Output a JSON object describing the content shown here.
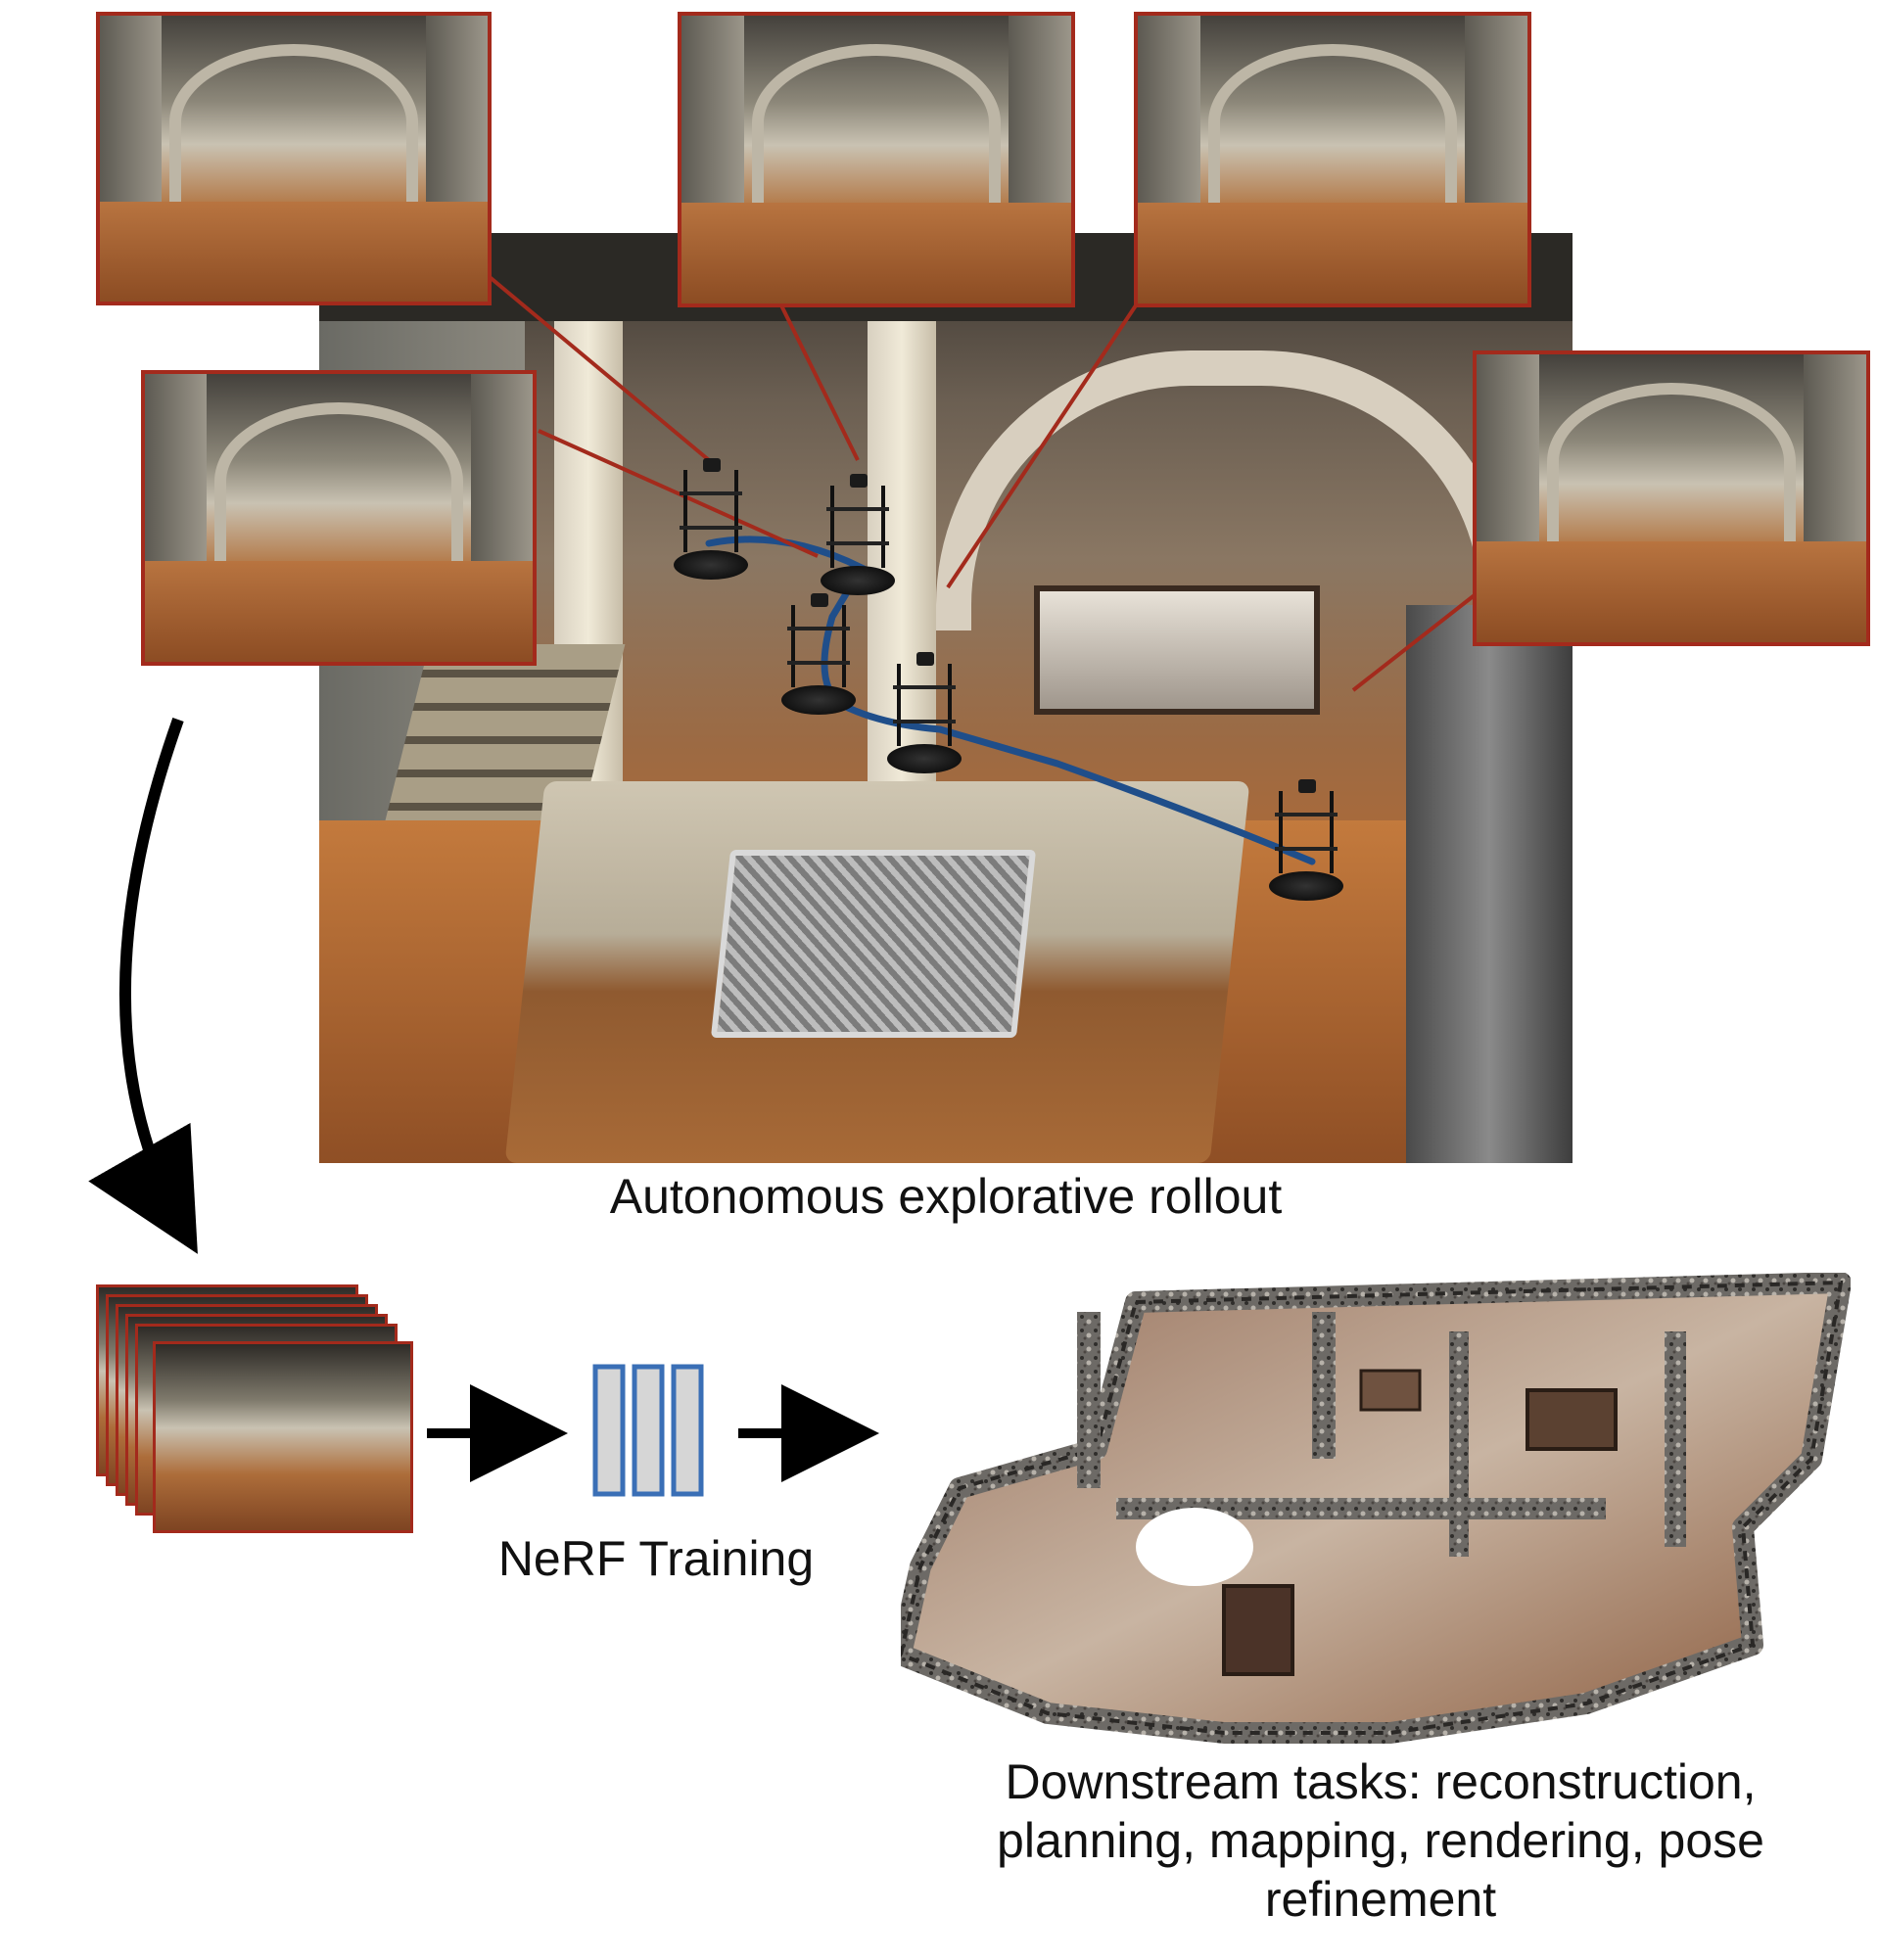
{
  "labels": {
    "rollout": "Autonomous explorative rollout",
    "training": "NeRF Training",
    "downstream": "Downstream tasks: reconstruction, planning, mapping, rendering, pose refinement"
  },
  "colors": {
    "frame_border": "#a32a1c",
    "trajectory": "#1f4e8a",
    "nerf_block_border": "#3a6fb6",
    "nerf_block_fill": "#d6d6d6",
    "arrow": "#000000"
  },
  "icons": {
    "robot": "mobile-robot-icon",
    "network": "nerf-network-icon"
  }
}
